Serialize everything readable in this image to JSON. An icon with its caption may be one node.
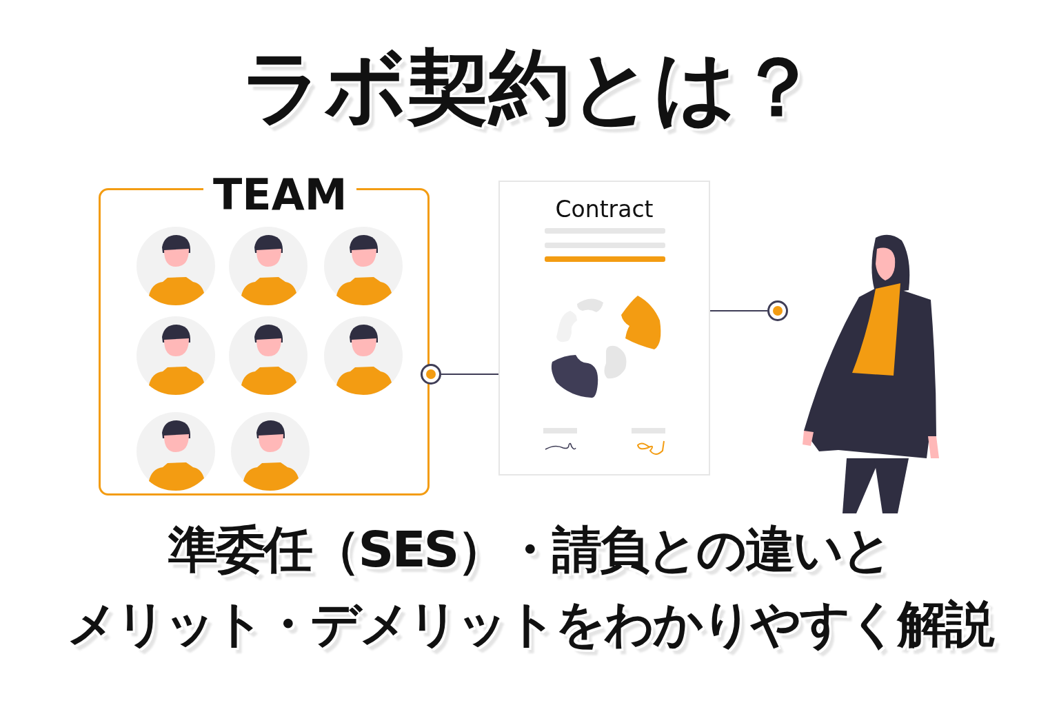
{
  "diagram": {
    "title": "ラボ契約とは？",
    "nodes": [
      {
        "text": [
          "TEAM"
        ]
      },
      {
        "text": [],
        "shape": "person",
        "in": 0
      },
      {
        "text": [],
        "shape": "person",
        "in": 0
      },
      {
        "text": [],
        "shape": "person",
        "in": 0
      },
      {
        "text": [],
        "shape": "person",
        "in": 0
      },
      {
        "text": [],
        "shape": "person",
        "in": 0
      },
      {
        "text": [],
        "shape": "person",
        "in": 0
      },
      {
        "text": [],
        "shape": "person",
        "in": 0
      },
      {
        "text": [],
        "shape": "person",
        "in": 0
      },
      {
        "text": [],
        "shape": "circle"
      },
      {
        "text": [
          "Contract"
        ]
      },
      {
        "text": [],
        "shape": "picture",
        "in": 10
      },
      {
        "text": [],
        "shape": "circle"
      }
    ],
    "edges": [
      {
        "from": 9,
        "to": 11,
        "arrow": "none"
      },
      {
        "from": 11,
        "to": 12,
        "arrow": "none"
      }
    ],
    "labels": [
      "準委任（SES）・請負との違いと",
      "メリット・デメリットをわかりやすく解説"
    ]
  }
}
